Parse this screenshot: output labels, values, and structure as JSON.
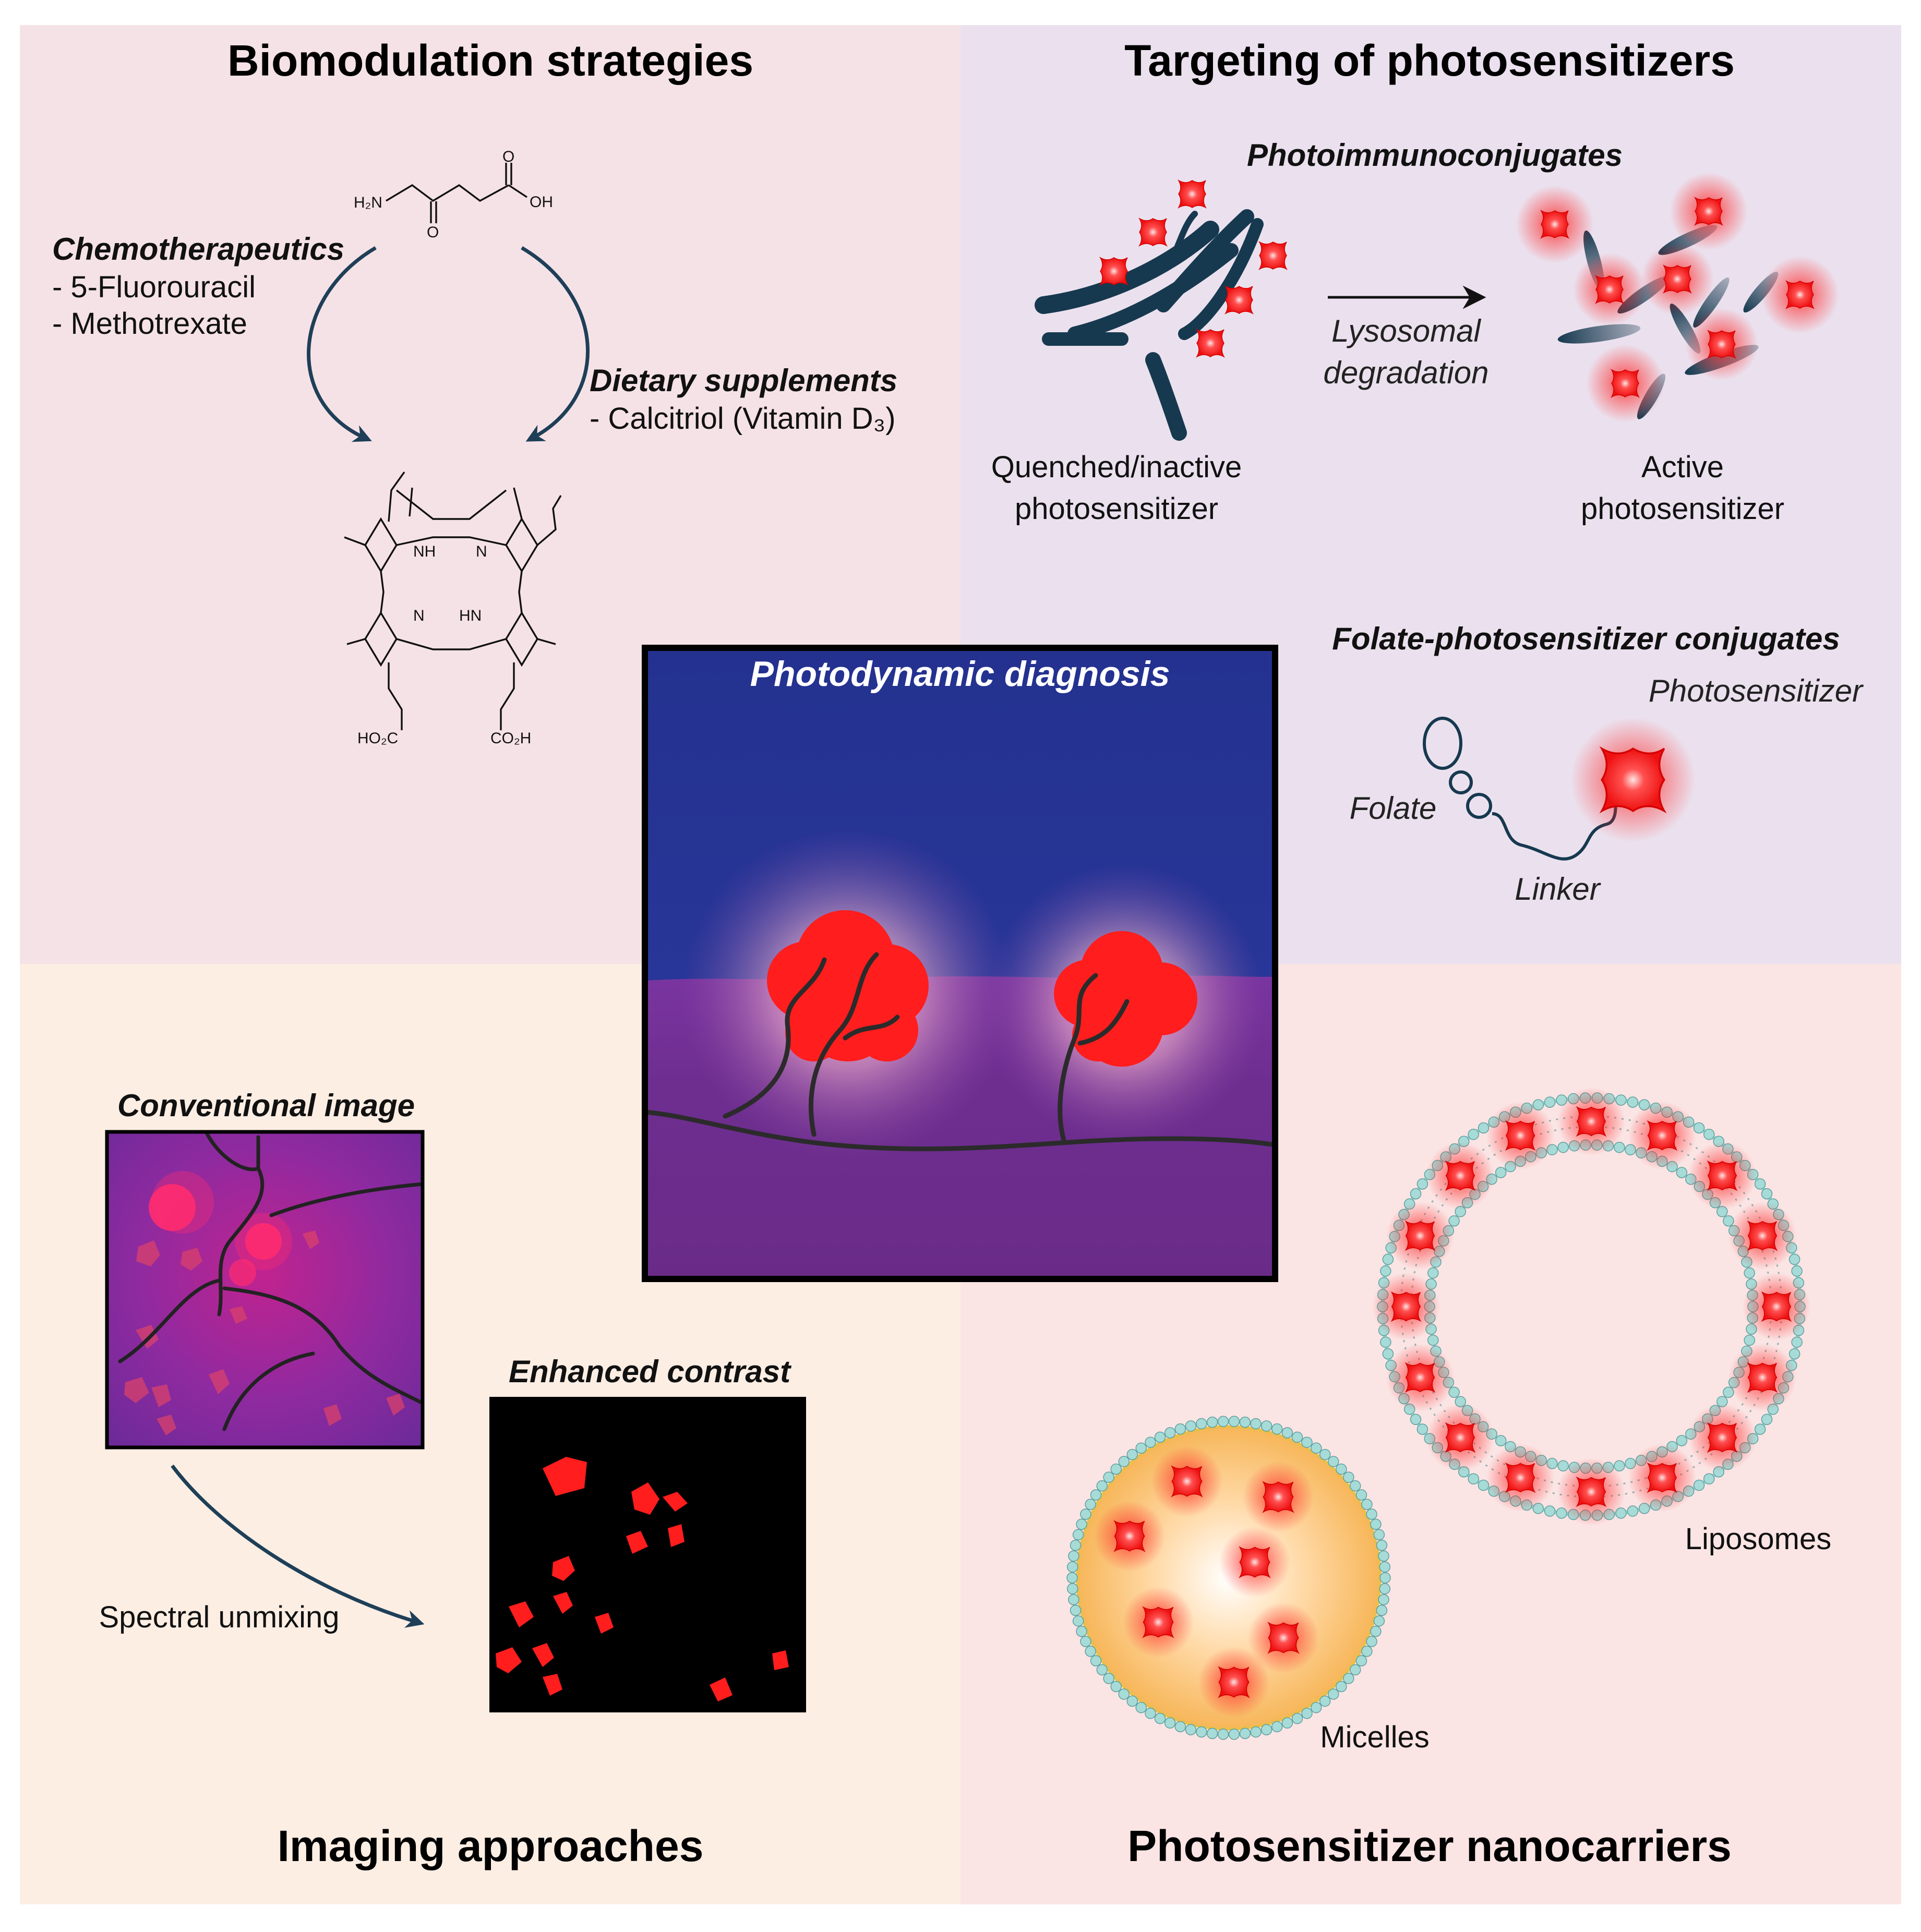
{
  "panels": {
    "biomodulation": {
      "title": "Biomodulation strategies",
      "chemo_title": "Chemotherapeutics",
      "chemo_items": [
        "- 5-Fluorouracil",
        "- Methotrexate"
      ],
      "diet_title": "Dietary supplements",
      "diet_items": [
        "- Calcitriol (Vitamin D₃)"
      ],
      "ala_labels": [
        "H₂N",
        "O",
        "O",
        "OH"
      ],
      "ppix_labels": [
        "NH",
        "N",
        "N",
        "HN",
        "HO₂C",
        "CO₂H"
      ]
    },
    "targeting": {
      "title": "Targeting of photosensitizers",
      "pic_title": "Photoimmunoconjugates",
      "process": "Lysosomal degradation",
      "process_lines": [
        "Lysosomal",
        "degradation"
      ],
      "inactive_lines": [
        "Quenched/inactive",
        "photosensitizer"
      ],
      "active_lines": [
        "Active",
        "photosensitizer"
      ],
      "folate_title": "Folate-photosensitizer conjugates",
      "folate_labels": {
        "photosensitizer": "Photosensitizer",
        "folate": "Folate",
        "linker": "Linker"
      }
    },
    "center": {
      "title": "Photodynamic diagnosis"
    },
    "imaging": {
      "title": "Imaging approaches",
      "conventional": "Conventional image",
      "enhanced": "Enhanced contrast",
      "unmixing": "Spectral unmixing"
    },
    "nanocarriers": {
      "title": "Photosensitizer nanocarriers",
      "liposomes": "Liposomes",
      "micelles": "Micelles"
    }
  },
  "colors": {
    "bg_top_left": "#f5e2e7",
    "bg_top_right": "#ebe1ee",
    "bg_bottom_left": "#fdeee4",
    "bg_bottom_right": "#fbe4e4",
    "antibody": "#16394f",
    "fluor": "#ff1e1e",
    "tumor": "#ff1d1d",
    "center_sky": "#25338f",
    "center_tissue": "#6b2c8a",
    "lipid_head": "#a6dbd8",
    "arrow": "#1e3f57"
  }
}
